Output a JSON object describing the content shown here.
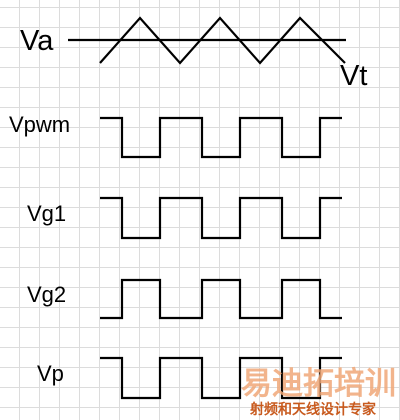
{
  "signals": {
    "va": "Va",
    "vt": "Vt",
    "vpwm": "Vpwm",
    "vg1": "Vg1",
    "vg2": "Vg2",
    "vp": "Vp"
  },
  "watermark": {
    "brand": "易迪拓培训",
    "tagline": "射频和天线设计专家",
    "brand_color": "#f0a878",
    "tagline_color": "#c85a1e"
  }
}
